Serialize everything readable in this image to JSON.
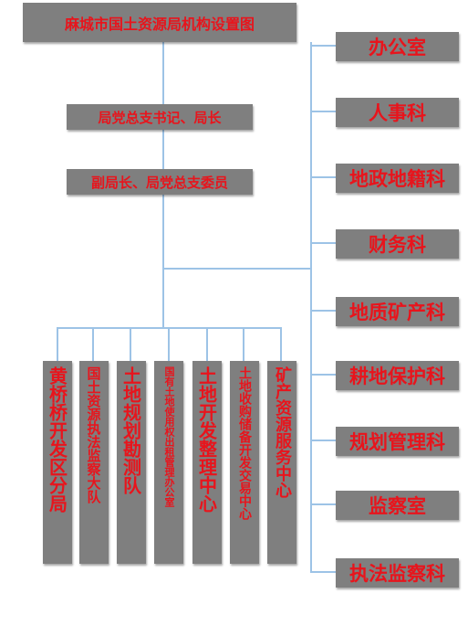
{
  "title": "麻城市国土资源局机构设置图",
  "leaders": {
    "l1": "局党总支书记、局长",
    "l2": "副局长、局党总支委员"
  },
  "departments": {
    "d1": "办公室",
    "d2": "人事科",
    "d3": "地政地籍科",
    "d4": "财务科",
    "d5": "地质矿产科",
    "d6": "耕地保护科",
    "d7": "规划管理科",
    "d8": "监察室",
    "d9": "执法监察科"
  },
  "units": {
    "u1": "黄桥桥开发区分局",
    "u2": "国土资源执法监察大队",
    "u3": "土地规划勘测队",
    "u4": "国有土地使用权出租管理办公室",
    "u5": "土地开发整理中心",
    "u6": "土地收购储备开发交易中心",
    "u7": "矿产资源服务中心"
  },
  "colors": {
    "box_fill": "#7f7f7f",
    "text": "#e8141c",
    "connector": "#9dc3e6"
  }
}
